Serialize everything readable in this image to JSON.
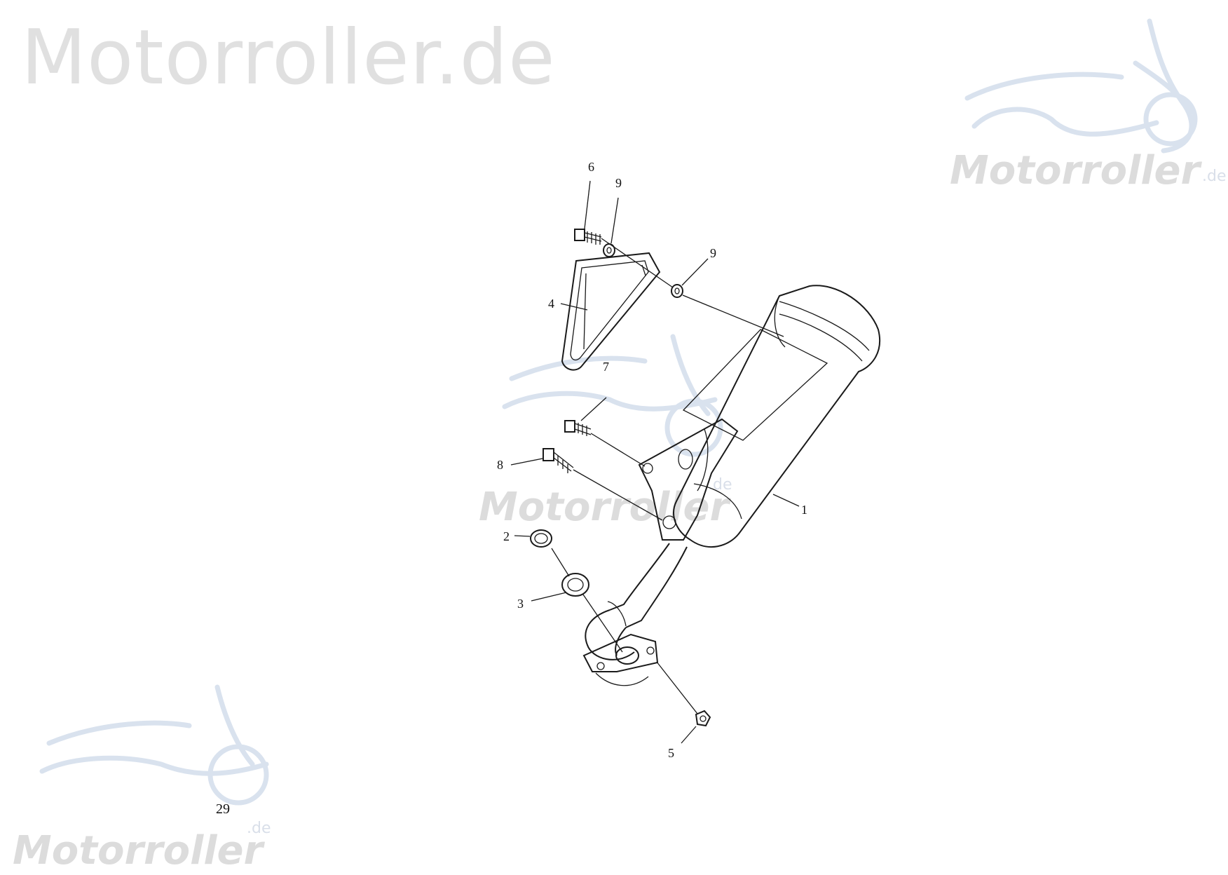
{
  "watermark": {
    "site_text": "Motorroller.de",
    "logo_text": "Motorroller",
    "logo_suffix": ".de"
  },
  "page_number": "29",
  "callouts": [
    {
      "id": "1",
      "label": "1"
    },
    {
      "id": "2",
      "label": "2"
    },
    {
      "id": "3",
      "label": "3"
    },
    {
      "id": "4",
      "label": "4"
    },
    {
      "id": "5",
      "label": "5"
    },
    {
      "id": "6",
      "label": "6"
    },
    {
      "id": "7",
      "label": "7"
    },
    {
      "id": "8",
      "label": "8"
    },
    {
      "id": "9a",
      "label": "9"
    },
    {
      "id": "9b",
      "label": "9"
    }
  ],
  "colors": {
    "watermark_text": "#e0e0e0",
    "watermark_logo": "#d9e2ee",
    "linework": "#1a1a1a"
  }
}
